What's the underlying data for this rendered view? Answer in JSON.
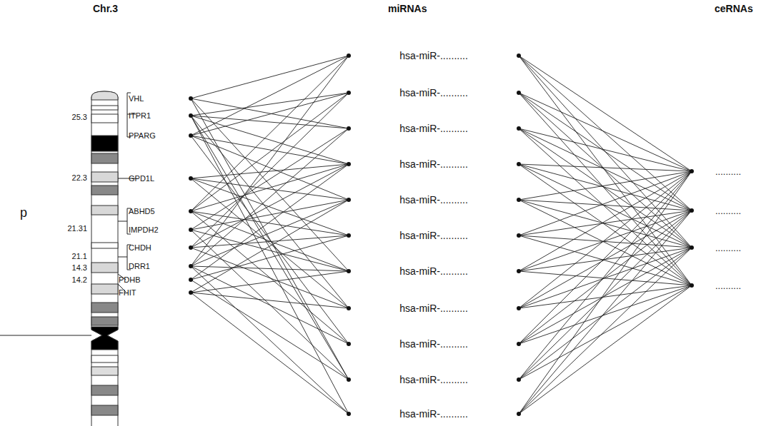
{
  "diagram": {
    "nodes": [
      {
        "text": [
          "VHL"
        ]
      },
      {
        "text": [
          "ITPR1"
        ]
      },
      {
        "text": [
          "PPARG"
        ]
      },
      {
        "text": [
          "GPD1L"
        ]
      },
      {
        "text": [
          "ABHD5"
        ]
      },
      {
        "text": [
          "IMPDH2"
        ]
      },
      {
        "text": [
          "CHDH"
        ]
      },
      {
        "text": [
          "DRR1"
        ]
      },
      {
        "text": [
          "PDHB"
        ]
      },
      {
        "text": [
          "FHIT"
        ]
      },
      {
        "text": [
          "hsa-miR-.........."
        ]
      },
      {
        "text": [
          "hsa-miR-.........."
        ]
      },
      {
        "text": [
          "hsa-miR-.........."
        ]
      },
      {
        "text": [
          "hsa-miR-.........."
        ]
      },
      {
        "text": [
          "hsa-miR-.........."
        ]
      },
      {
        "text": [
          "hsa-miR-.........."
        ]
      },
      {
        "text": [
          "hsa-miR-.........."
        ]
      },
      {
        "text": [
          "hsa-miR-.........."
        ]
      },
      {
        "text": [
          "hsa-miR-.........."
        ]
      },
      {
        "text": [
          "hsa-miR-.........."
        ]
      },
      {
        "text": [
          "hsa-miR-.........."
        ]
      },
      {
        "text": [
          ".........."
        ]
      },
      {
        "text": [
          ".........."
        ]
      },
      {
        "text": [
          ".........."
        ]
      },
      {
        "text": [
          ".........."
        ]
      }
    ],
    "edges": [
      {
        "from": 0,
        "to": 10,
        "arrow": "none"
      },
      {
        "from": 0,
        "to": 12,
        "arrow": "none"
      },
      {
        "from": 0,
        "to": 16,
        "arrow": "none"
      },
      {
        "from": 0,
        "to": 19,
        "arrow": "none"
      },
      {
        "from": 1,
        "to": 11,
        "arrow": "none"
      },
      {
        "from": 1,
        "to": 12,
        "arrow": "none"
      },
      {
        "from": 1,
        "to": 13,
        "arrow": "none"
      },
      {
        "from": 1,
        "to": 17,
        "arrow": "none"
      },
      {
        "from": 1,
        "to": 19,
        "arrow": "none"
      },
      {
        "from": 1,
        "to": 20,
        "arrow": "none"
      },
      {
        "from": 2,
        "to": 10,
        "arrow": "none"
      },
      {
        "from": 2,
        "to": 11,
        "arrow": "none"
      },
      {
        "from": 2,
        "to": 13,
        "arrow": "none"
      },
      {
        "from": 2,
        "to": 14,
        "arrow": "none"
      },
      {
        "from": 2,
        "to": 18,
        "arrow": "none"
      },
      {
        "from": 3,
        "to": 13,
        "arrow": "none"
      },
      {
        "from": 3,
        "to": 14,
        "arrow": "none"
      },
      {
        "from": 3,
        "to": 15,
        "arrow": "none"
      },
      {
        "from": 3,
        "to": 17,
        "arrow": "none"
      },
      {
        "from": 4,
        "to": 10,
        "arrow": "none"
      },
      {
        "from": 4,
        "to": 11,
        "arrow": "none"
      },
      {
        "from": 4,
        "to": 13,
        "arrow": "none"
      },
      {
        "from": 4,
        "to": 15,
        "arrow": "none"
      },
      {
        "from": 4,
        "to": 16,
        "arrow": "none"
      },
      {
        "from": 4,
        "to": 18,
        "arrow": "none"
      },
      {
        "from": 5,
        "to": 12,
        "arrow": "none"
      },
      {
        "from": 5,
        "to": 14,
        "arrow": "none"
      },
      {
        "from": 5,
        "to": 16,
        "arrow": "none"
      },
      {
        "from": 5,
        "to": 19,
        "arrow": "none"
      },
      {
        "from": 6,
        "to": 11,
        "arrow": "none"
      },
      {
        "from": 6,
        "to": 13,
        "arrow": "none"
      },
      {
        "from": 6,
        "to": 15,
        "arrow": "none"
      },
      {
        "from": 6,
        "to": 17,
        "arrow": "none"
      },
      {
        "from": 7,
        "to": 10,
        "arrow": "none"
      },
      {
        "from": 7,
        "to": 12,
        "arrow": "none"
      },
      {
        "from": 7,
        "to": 14,
        "arrow": "none"
      },
      {
        "from": 7,
        "to": 16,
        "arrow": "none"
      },
      {
        "from": 7,
        "to": 18,
        "arrow": "none"
      },
      {
        "from": 7,
        "to": 20,
        "arrow": "none"
      },
      {
        "from": 8,
        "to": 13,
        "arrow": "none"
      },
      {
        "from": 8,
        "to": 15,
        "arrow": "none"
      },
      {
        "from": 8,
        "to": 19,
        "arrow": "none"
      },
      {
        "from": 9,
        "to": 14,
        "arrow": "none"
      },
      {
        "from": 9,
        "to": 16,
        "arrow": "none"
      },
      {
        "from": 9,
        "to": 17,
        "arrow": "none"
      },
      {
        "from": 9,
        "to": 20,
        "arrow": "none"
      },
      {
        "from": 10,
        "to": 21,
        "arrow": "none"
      },
      {
        "from": 10,
        "to": 22,
        "arrow": "none"
      },
      {
        "from": 10,
        "to": 23,
        "arrow": "none"
      },
      {
        "from": 10,
        "to": 24,
        "arrow": "none"
      },
      {
        "from": 11,
        "to": 21,
        "arrow": "none"
      },
      {
        "from": 11,
        "to": 22,
        "arrow": "none"
      },
      {
        "from": 11,
        "to": 23,
        "arrow": "none"
      },
      {
        "from": 11,
        "to": 24,
        "arrow": "none"
      },
      {
        "from": 12,
        "to": 21,
        "arrow": "none"
      },
      {
        "from": 12,
        "to": 22,
        "arrow": "none"
      },
      {
        "from": 12,
        "to": 23,
        "arrow": "none"
      },
      {
        "from": 12,
        "to": 24,
        "arrow": "none"
      },
      {
        "from": 13,
        "to": 21,
        "arrow": "none"
      },
      {
        "from": 13,
        "to": 22,
        "arrow": "none"
      },
      {
        "from": 13,
        "to": 23,
        "arrow": "none"
      },
      {
        "from": 13,
        "to": 24,
        "arrow": "none"
      },
      {
        "from": 14,
        "to": 21,
        "arrow": "none"
      },
      {
        "from": 14,
        "to": 22,
        "arrow": "none"
      },
      {
        "from": 14,
        "to": 23,
        "arrow": "none"
      },
      {
        "from": 14,
        "to": 24,
        "arrow": "none"
      },
      {
        "from": 15,
        "to": 21,
        "arrow": "none"
      },
      {
        "from": 15,
        "to": 22,
        "arrow": "none"
      },
      {
        "from": 15,
        "to": 23,
        "arrow": "none"
      },
      {
        "from": 15,
        "to": 24,
        "arrow": "none"
      },
      {
        "from": 16,
        "to": 21,
        "arrow": "none"
      },
      {
        "from": 16,
        "to": 22,
        "arrow": "none"
      },
      {
        "from": 16,
        "to": 23,
        "arrow": "none"
      },
      {
        "from": 16,
        "to": 24,
        "arrow": "none"
      },
      {
        "from": 17,
        "to": 21,
        "arrow": "none"
      },
      {
        "from": 17,
        "to": 22,
        "arrow": "none"
      },
      {
        "from": 17,
        "to": 23,
        "arrow": "none"
      },
      {
        "from": 17,
        "to": 24,
        "arrow": "none"
      },
      {
        "from": 18,
        "to": 21,
        "arrow": "none"
      },
      {
        "from": 18,
        "to": 22,
        "arrow": "none"
      },
      {
        "from": 18,
        "to": 23,
        "arrow": "none"
      },
      {
        "from": 18,
        "to": 24,
        "arrow": "none"
      },
      {
        "from": 19,
        "to": 21,
        "arrow": "none"
      },
      {
        "from": 19,
        "to": 22,
        "arrow": "none"
      },
      {
        "from": 19,
        "to": 23,
        "arrow": "none"
      },
      {
        "from": 19,
        "to": 24,
        "arrow": "none"
      },
      {
        "from": 20,
        "to": 21,
        "arrow": "none"
      },
      {
        "from": 20,
        "to": 22,
        "arrow": "none"
      },
      {
        "from": 20,
        "to": 23,
        "arrow": "none"
      },
      {
        "from": 20,
        "to": 24,
        "arrow": "none"
      }
    ],
    "labels": [
      "Chr.3",
      "miRNAs",
      "ceRNAs",
      "25.3",
      "22.3",
      "21.31",
      "21.1",
      "14.3",
      "14.2",
      "p"
    ]
  }
}
